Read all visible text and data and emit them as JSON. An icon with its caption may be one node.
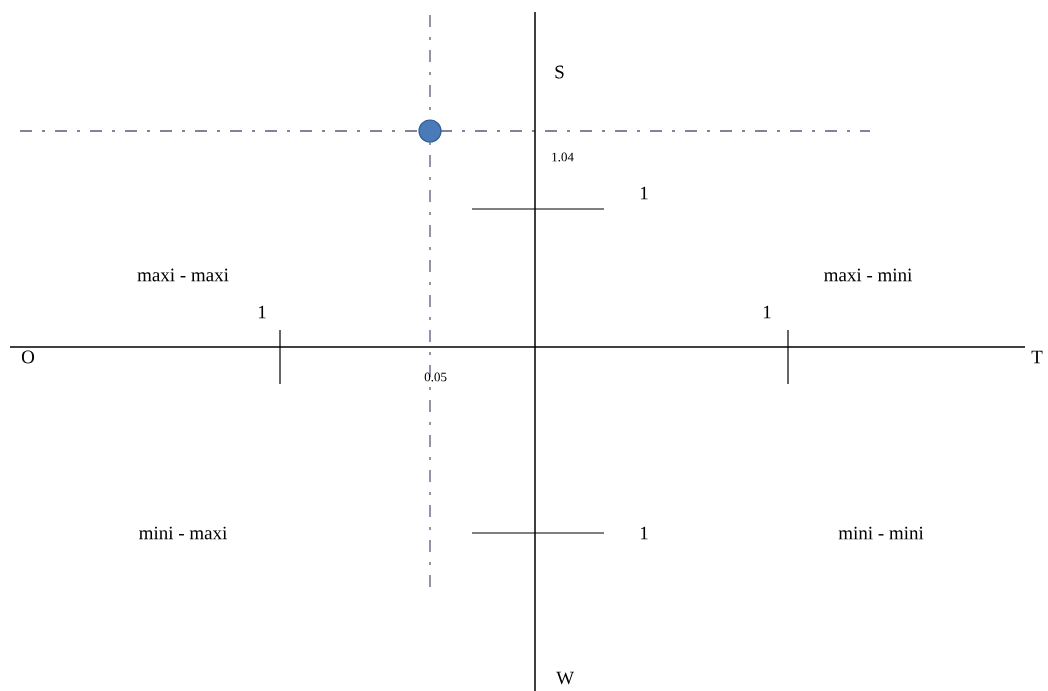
{
  "diagram": {
    "labels": [
      "S",
      "1.04",
      "1",
      "maxi - maxi",
      "maxi - mini",
      "1",
      "1",
      "O",
      "T",
      "0.05",
      "mini - maxi",
      "1",
      "mini - mini",
      "W"
    ]
  }
}
